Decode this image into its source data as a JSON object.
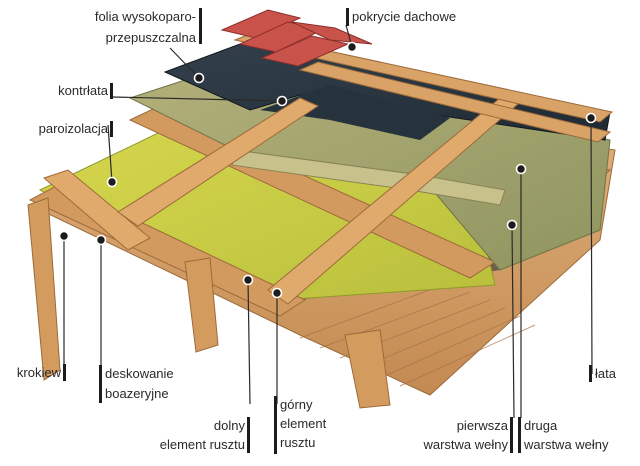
{
  "labels": {
    "folia_line1": "folia wysokoparo-",
    "folia_line2": "przepuszczalna",
    "pokrycie": "pokrycie dachowe",
    "kontrlata": "kontrłata",
    "paroizolacja": "paroizolacja",
    "krokiew": "krokiew",
    "deskowanie_line1": "deskowanie",
    "deskowanie_line2": "boazeryjne",
    "dolny_line1": "dolny",
    "dolny_line2": "element rusztu",
    "gorny_line1": "górny",
    "gorny_line2": "element",
    "gorny_line3": "rusztu",
    "lata": "łata",
    "pierwsza_line1": "pierwsza",
    "pierwsza_line2": "warstwa wełny",
    "druga_line1": "druga",
    "druga_line2": "warstwa wełny"
  },
  "colors": {
    "wood_light": "#d9a66e",
    "wood_mid": "#c98f55",
    "wood_dark": "#9c6a3a",
    "membrane_dark": "#2a3540",
    "wool_green": "#a8a86a",
    "wool_yellow": "#cfd24a",
    "vapor_green": "#2f4a36",
    "tile_red": "#c9524b",
    "marker": "#1c1c1c"
  }
}
